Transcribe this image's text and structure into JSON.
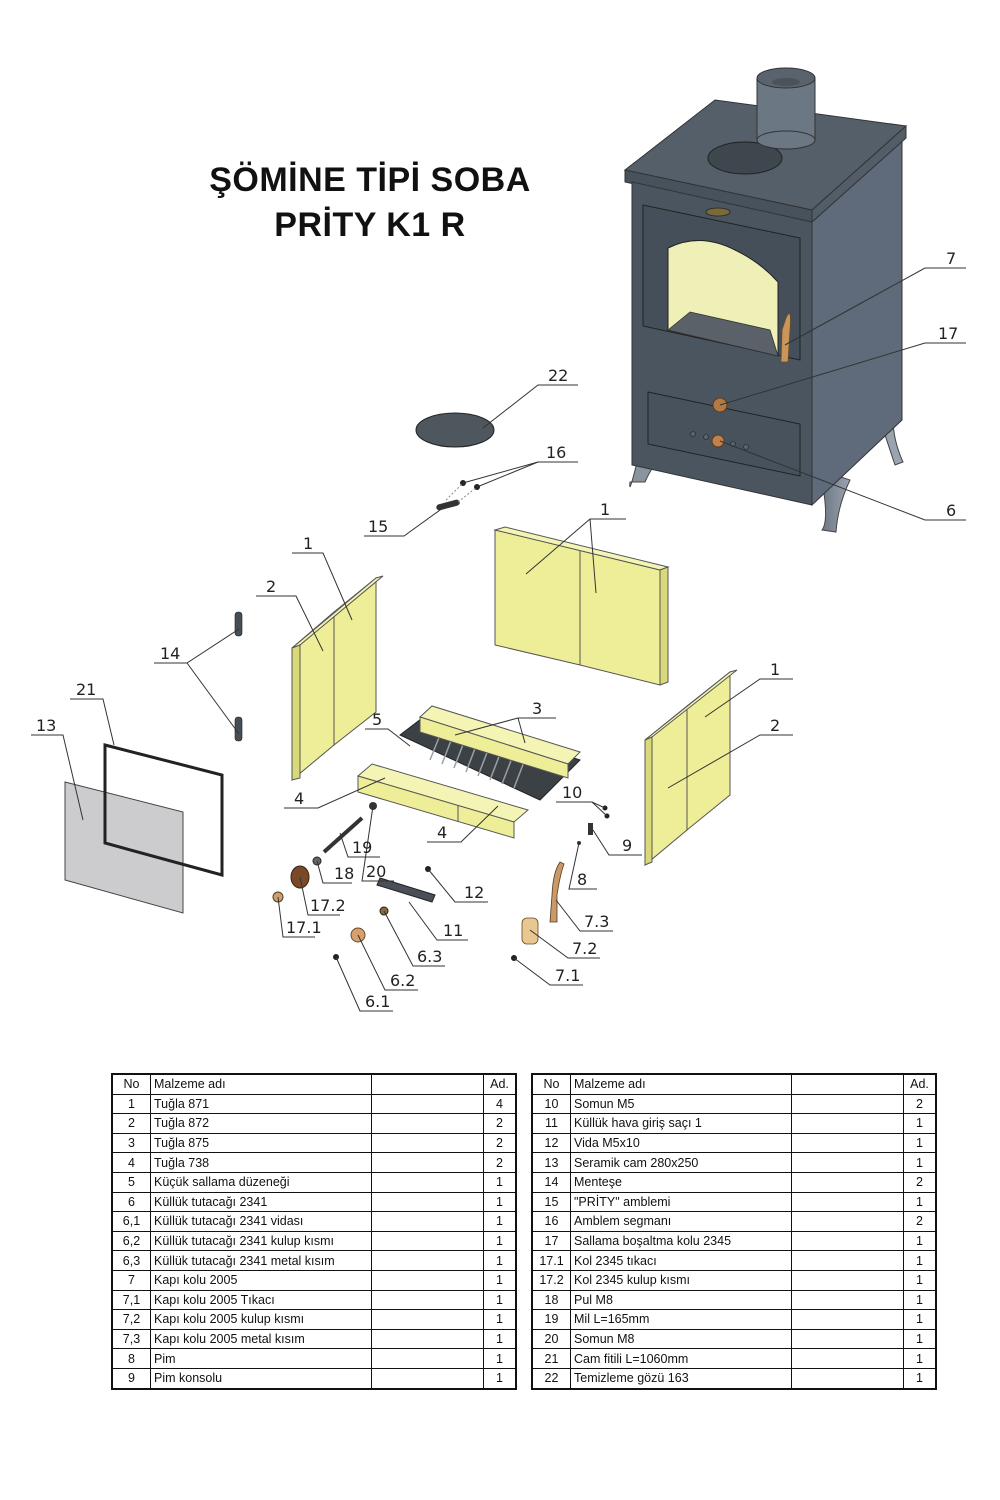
{
  "title": {
    "line1": "ŞÖMİNE TİPİ SOBA",
    "line2": "PRİTY K1 R"
  },
  "colors": {
    "brick": "#eeee98",
    "brick_edge": "#d9d97a",
    "stove_body": "#4a5560",
    "stove_side": "#5c6875",
    "grate": "#3c4145",
    "glass": "#c6c6ca",
    "brass": "#c8955a"
  },
  "callouts": [
    "1",
    "1",
    "1",
    "2",
    "2",
    "3",
    "4",
    "4",
    "5",
    "6",
    "6.1",
    "6.2",
    "6.3",
    "7",
    "7.1",
    "7.2",
    "7.3",
    "8",
    "9",
    "10",
    "11",
    "12",
    "13",
    "14",
    "15",
    "16",
    "17",
    "17.1",
    "17.2",
    "18",
    "19",
    "20",
    "21",
    "22"
  ],
  "tables": {
    "headers": {
      "no": "No",
      "name": "Malzeme adı",
      "blank": "",
      "qty": "Ad."
    },
    "left": [
      {
        "no": "1",
        "name": "Tuğla 871",
        "qty": "4"
      },
      {
        "no": "2",
        "name": "Tuğla 872",
        "qty": "2"
      },
      {
        "no": "3",
        "name": "Tuğla  875",
        "qty": "2"
      },
      {
        "no": "4",
        "name": "Tuğla  738",
        "qty": "2"
      },
      {
        "no": "5",
        "name": "Küçük sallama düzeneği",
        "qty": "1"
      },
      {
        "no": "6",
        "name": "Küllük tutacağı 2341",
        "qty": "1"
      },
      {
        "no": "6,1",
        "name": "Küllük tutacağı 2341 vidası",
        "qty": "1"
      },
      {
        "no": "6,2",
        "name": "Küllük tutacağı 2341  kulup kısmı",
        "qty": "1"
      },
      {
        "no": "6,3",
        "name": "Küllük tutacağı 2341 metal kısım",
        "qty": "1"
      },
      {
        "no": "7",
        "name": "Kapı kolu 2005",
        "qty": "1"
      },
      {
        "no": "7,1",
        "name": "Kapı kolu 2005 Tıkacı",
        "qty": "1"
      },
      {
        "no": "7,2",
        "name": "Kapı kolu 2005 kulup kısmı",
        "qty": "1"
      },
      {
        "no": "7,3",
        "name": "Kapı kolu 2005 metal kısım",
        "qty": "1"
      },
      {
        "no": "8",
        "name": "Pim",
        "qty": "1"
      },
      {
        "no": "9",
        "name": "Pim konsolu",
        "qty": "1"
      }
    ],
    "right": [
      {
        "no": "10",
        "name": "Somun M5",
        "qty": "2"
      },
      {
        "no": "11",
        "name": "Küllük hava giriş saçı 1",
        "qty": "1"
      },
      {
        "no": "12",
        "name": "Vida M5x10",
        "qty": "1"
      },
      {
        "no": "13",
        "name": "Seramik cam 280x250",
        "qty": "1"
      },
      {
        "no": "14",
        "name": "Menteşe",
        "qty": "2"
      },
      {
        "no": "15",
        "name": "\"PRİTY\" amblemi",
        "qty": "1"
      },
      {
        "no": "16",
        "name": "Amblem segmanı",
        "qty": "2"
      },
      {
        "no": "17",
        "name": "Sallama boşaltma kolu 2345",
        "qty": "1"
      },
      {
        "no": "17.1",
        "name": "Kol 2345 tıkacı",
        "qty": "1"
      },
      {
        "no": "17.2",
        "name": "Kol 2345  kulup kısmı",
        "qty": "1"
      },
      {
        "no": "18",
        "name": "Pul M8",
        "qty": "1"
      },
      {
        "no": "19",
        "name": "Mil L=165mm",
        "qty": "1"
      },
      {
        "no": "20",
        "name": "Somun M8",
        "qty": "1"
      },
      {
        "no": "21",
        "name": "Cam fitili L=1060mm",
        "qty": "1"
      },
      {
        "no": "22",
        "name": "Temizleme gözü 163",
        "qty": "1"
      }
    ]
  }
}
